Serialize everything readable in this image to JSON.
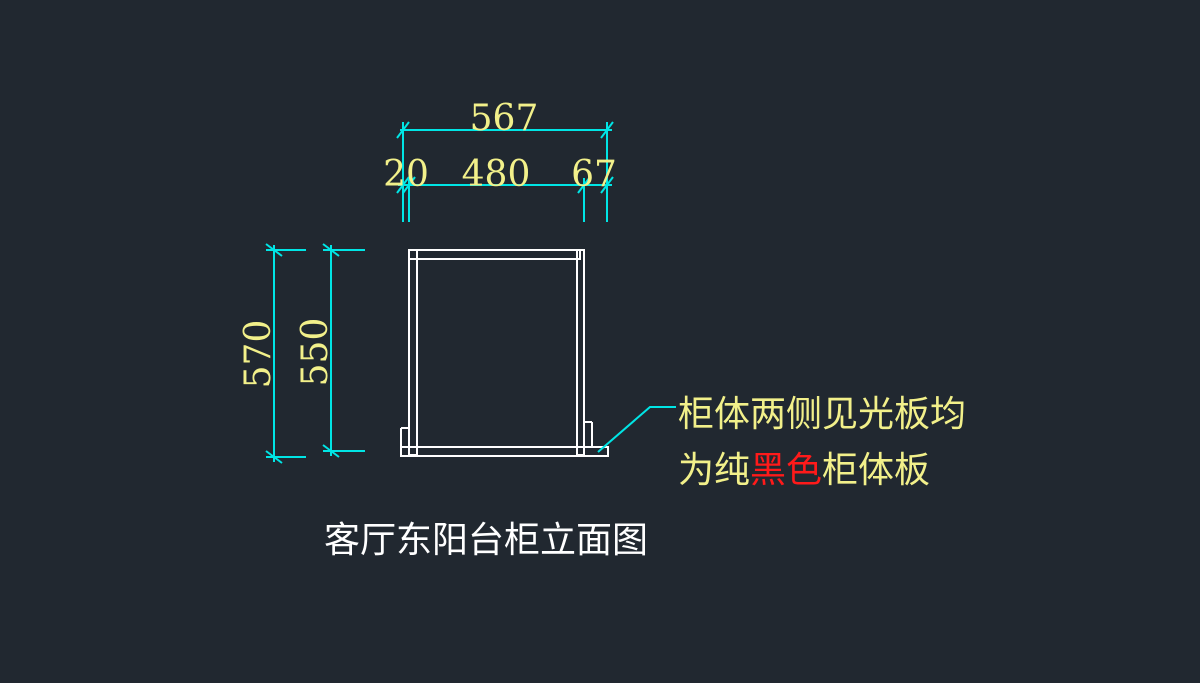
{
  "colors": {
    "background": "#212830",
    "outline": "#ffffff",
    "dimension_line": "#00e5e5",
    "dimension_text": "#f2f08a",
    "note_text": "#f2f08a",
    "note_highlight": "#ff1a1a",
    "caption": "#ffffff"
  },
  "dimensions": {
    "total_width": "567",
    "left_thickness": "20",
    "inner_width": "480",
    "right_thickness": "67",
    "total_height": "570",
    "inner_height": "550"
  },
  "note": {
    "line1": "柜体两侧见光板均",
    "line2_prefix": "为纯",
    "line2_highlight": "黑色",
    "line2_suffix": "柜体板"
  },
  "caption": "客厅东阳台柜立面图"
}
